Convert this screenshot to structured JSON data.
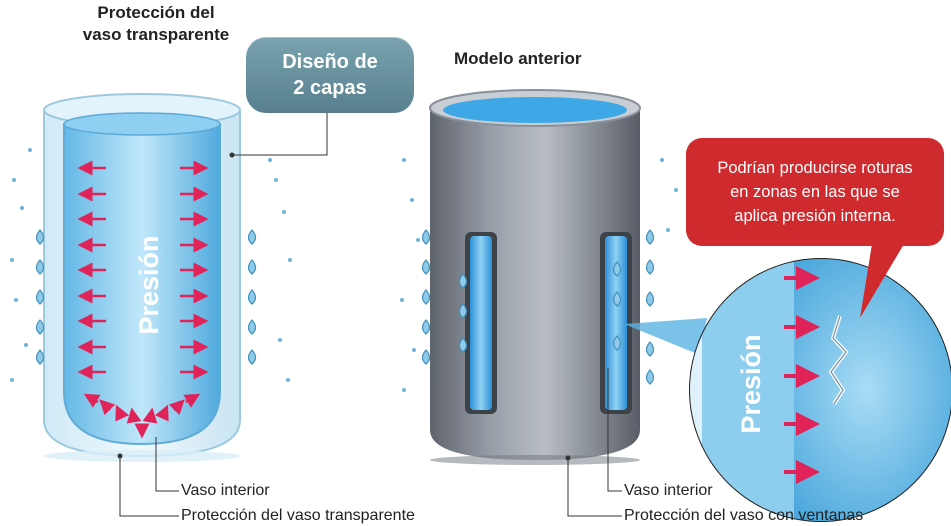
{
  "left_panel": {
    "title_line1": "Protección del",
    "title_line2": "vaso transparente",
    "callout_line1": "Diseño de",
    "callout_line2": "2 capas",
    "pressure_label": "Presión",
    "label_inner": "Vaso interior",
    "label_outer": "Protección del vaso transparente"
  },
  "right_panel": {
    "title": "Modelo anterior",
    "warning_line1": "Podrían producirse roturas",
    "warning_line2": "en zonas en las que se",
    "warning_line3": "aplica presión interna.",
    "pressure_label": "Presión",
    "label_inner": "Vaso interior",
    "label_outer": "Protección del vaso con ventanas"
  },
  "colors": {
    "callout": "#66909e",
    "warning": "#cf2a2e",
    "arrow": "#e0245a",
    "water": "#3aa4e0",
    "metal": "#7f8590"
  }
}
